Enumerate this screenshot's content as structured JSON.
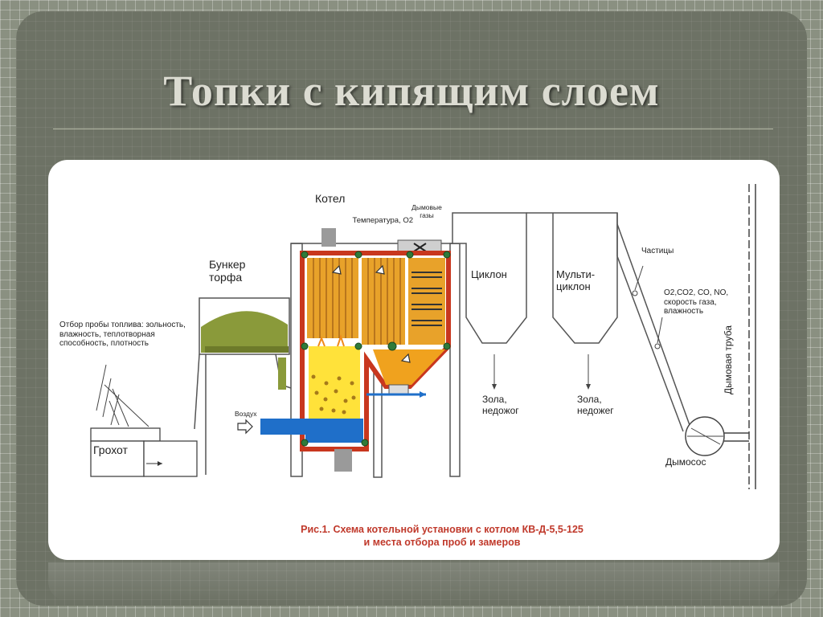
{
  "title": "Топки с кипящим слоем",
  "labels": {
    "boiler": "Котел",
    "flue_gases": "Дымовые газы",
    "temperature": "Температура, О2",
    "peat_bunker": "Бункер торфа",
    "fuel_sample": "Отбор пробы топлива: зольность, влажность, теплотворная способность, плотность",
    "screen": "Грохот",
    "air": "Воздух",
    "cyclone": "Циклон",
    "multicyclone": "Мульти-циклон",
    "particles": "Частицы",
    "gas_params": "О2,СО2, СО, NO, скорость газа, влажность",
    "ash_1": "Зола, недожог",
    "ash_2": "Зола, недожег",
    "chimney": "Дымовая труба",
    "smoke_exhauster": "Дымосос"
  },
  "caption": {
    "line1": "Рис.1. Схема котельной установки с котлом КВ-Д-5,5-125",
    "line2": "и места отбора проб и замеров"
  },
  "colors": {
    "frame_red": "#c8371e",
    "tube_yellow": "#e8a22a",
    "fire_yellow": "#ffe23a",
    "fuel_green": "#8a9a3a",
    "air_blue": "#1f6fc9",
    "hopper_orange": "#f0a21e",
    "caption_red": "#c0392b"
  },
  "icons": [
    "arrow-icon",
    "fan-icon"
  ]
}
